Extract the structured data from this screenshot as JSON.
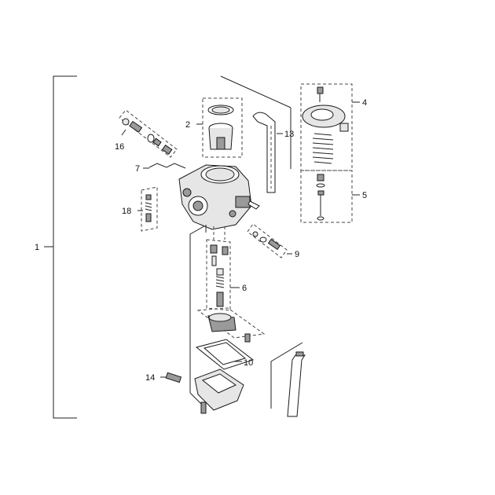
{
  "callouts": {
    "c1": "1",
    "c2": "2",
    "c4": "4",
    "c5": "5",
    "c6": "6",
    "c7": "7",
    "c9": "9",
    "c10": "10",
    "c13": "13",
    "c14": "14",
    "c16": "16",
    "c18": "18"
  },
  "colors": {
    "line": "#222222",
    "part_fill": "#e6e6e6",
    "part_dark": "#9a9a9a"
  }
}
